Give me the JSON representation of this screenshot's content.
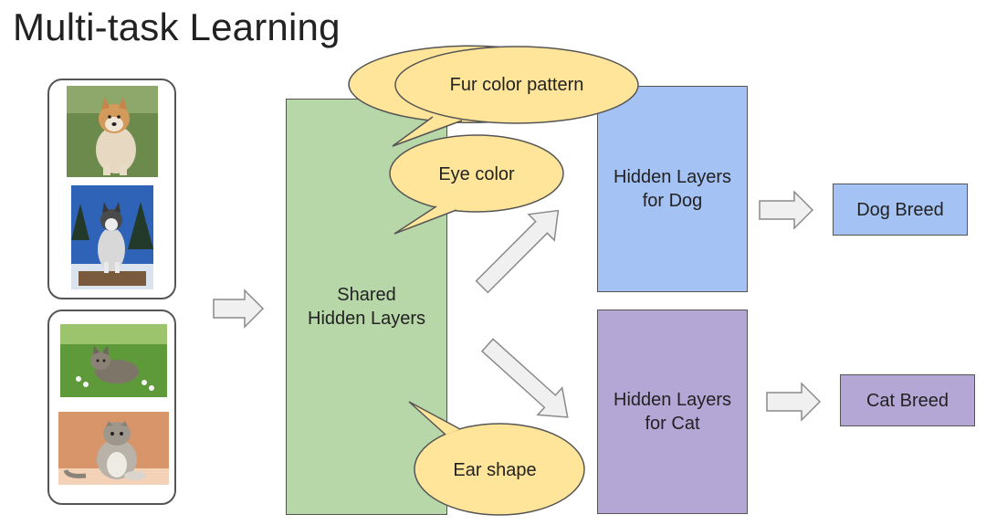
{
  "slide": {
    "title": "Multi-task Learning"
  },
  "inputs": {
    "dogs": [
      "shiba-inu-photo",
      "husky-photo"
    ],
    "cats": [
      "kitten-in-grass-photo",
      "scottish-fold-photo"
    ]
  },
  "blocks": {
    "shared": {
      "line1": "Shared",
      "line2": "Hidden Layers"
    },
    "dog": {
      "line1": "Hidden Layers",
      "line2": "for Dog"
    },
    "cat": {
      "line1": "Hidden Layers",
      "line2": "for Cat"
    }
  },
  "outputs": {
    "dog": "Dog Breed",
    "cat": "Cat Breed"
  },
  "features": {
    "fur": "Fur color pattern",
    "eye": "Eye color",
    "ear": "Ear shape"
  },
  "colors": {
    "shared": "#b7d7a8",
    "dog": "#a4c2f4",
    "cat": "#b4a7d6",
    "bubble": "#ffe599",
    "arrow": "#f0f0f0"
  }
}
